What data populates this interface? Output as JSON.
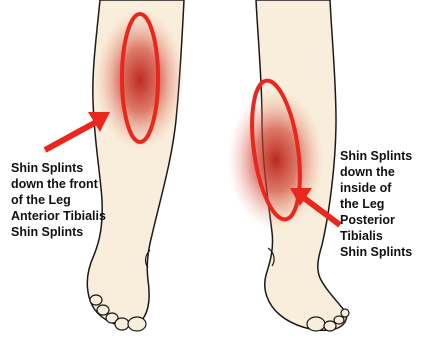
{
  "colors": {
    "skin": "#f9eedb",
    "outline": "#1a1a1a",
    "pain_glow": "#c8281e",
    "ring": "#e8281c",
    "text": "#111111"
  },
  "labels": {
    "left": {
      "lines": [
        "Shin Splints",
        "down the front",
        "of the Leg",
        "Anterior Tibialis",
        "Shin Splints"
      ]
    },
    "right": {
      "lines": [
        "Shin Splints",
        "down the",
        "inside of",
        "the Leg",
        "Posterior",
        "Tibialis",
        "Shin Splints"
      ]
    }
  },
  "icons": {
    "left_arrow": "arrow-up-right-icon",
    "right_arrow": "arrow-up-left-icon"
  }
}
